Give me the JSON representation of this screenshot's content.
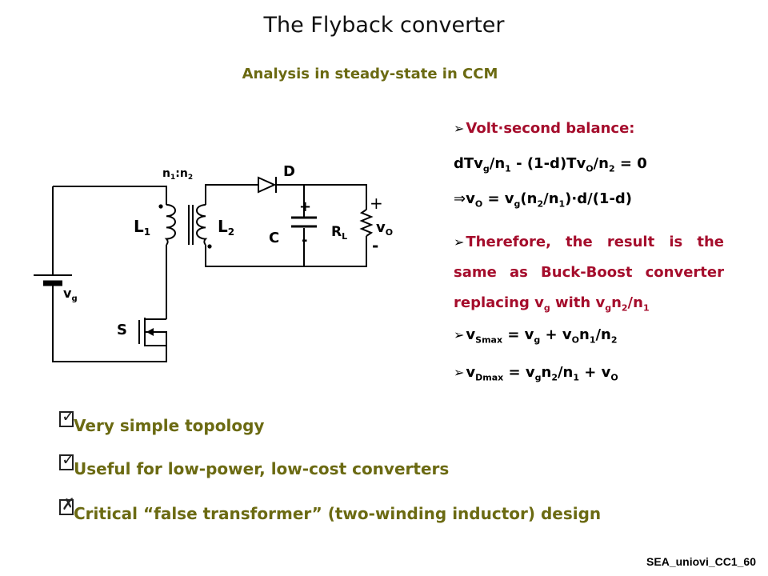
{
  "title": "The Flyback converter",
  "subtitle": "Analysis in steady-state in CCM",
  "circuit": {
    "ratio_n1": "n",
    "ratio_sub1": "1",
    "ratio_sep": ":",
    "ratio_n2": "n",
    "ratio_sub2": "2",
    "L1": "L",
    "L1_sub": "1",
    "L2": "L",
    "L2_sub": "2",
    "D": "D",
    "C": "C",
    "RL": "R",
    "RL_sub": "L",
    "vo": "v",
    "vo_sub": "O",
    "vg": "v",
    "vg_sub": "g",
    "S": "S",
    "plus_c": "+",
    "minus_c": "-",
    "plus_o": "+",
    "minus_o": "-"
  },
  "analysis": {
    "volt_second": "Volt·second balance:",
    "balance_eq": {
      "p1": "dTv",
      "s1": "g",
      "p2": "/n",
      "s2": "1",
      "p3": " - (1-d)Tv",
      "s3": "O",
      "p4": "/n",
      "s4": "2",
      "p5": " = 0"
    },
    "result_eq": {
      "p1": "v",
      "s1": "O",
      "p2": " = v",
      "s2": "g",
      "p3": "(n",
      "s3": "2",
      "p4": "/n",
      "s4": "1",
      "p5": ")·d/(1-d)"
    },
    "therefore_text": "Therefore, the result is the same as Buck-Boost converter replacing v",
    "therefore_s1": "g",
    "therefore_mid": " with  v",
    "therefore_s2": "g",
    "therefore_p3": "n",
    "therefore_s3": "2",
    "therefore_p4": "/n",
    "therefore_s4": "1",
    "vsmax": {
      "p1": "v",
      "s1": "Smax",
      "p2": " = v",
      "s2": "g",
      "p3": " + v",
      "s3": "O",
      "p4": "n",
      "s4": "1",
      "p5": "/n",
      "s5": "2"
    },
    "vdmax": {
      "p1": "v",
      "s1": "Dmax",
      "p2": " = v",
      "s2": "g",
      "p3": "n",
      "s3": "2",
      "p4": "/n",
      "s4": "1",
      "p5": " + v",
      "s5": "O"
    }
  },
  "bullets": [
    {
      "mark": "✓",
      "text": "Very simple topology"
    },
    {
      "mark": "✓",
      "text": "Useful for low-power, low-cost converters"
    },
    {
      "mark": "✗",
      "text": "Critical “false transformer” (two-winding inductor) design"
    }
  ],
  "footer": "SEA_uniovi_CC1_60",
  "colors": {
    "olive": "#6b6a12",
    "red": "#a50d2c",
    "black": "#000000"
  },
  "icons": [
    "arrow-bullet-icon",
    "implies-arrow-icon",
    "check-box-icon",
    "cross-box-icon"
  ]
}
